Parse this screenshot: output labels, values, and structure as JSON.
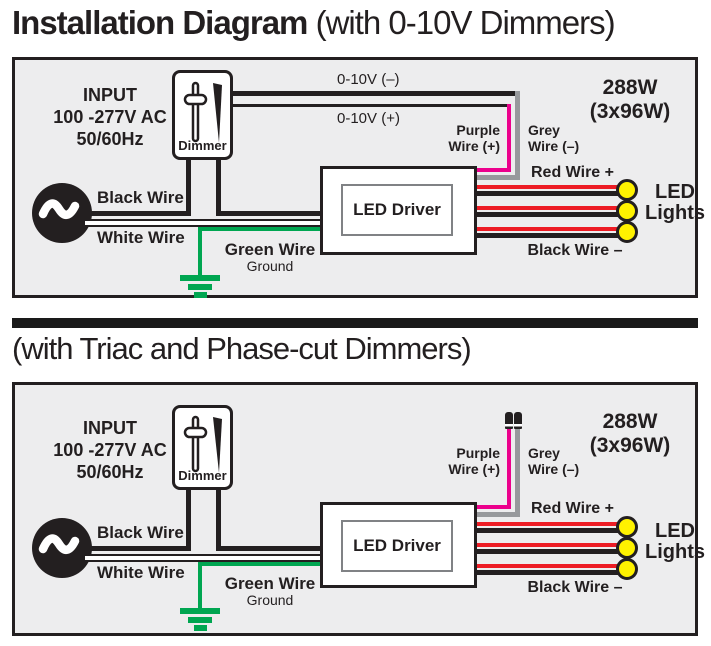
{
  "page": {
    "title_bold": "Installation Diagram",
    "title_rest": " (with 0-10V Dimmers)",
    "subtitle": "(with Triac and Phase-cut Dimmers)"
  },
  "colors": {
    "purple_wire": "#EC008C",
    "grey_wire": "#97999C",
    "green_wire": "#00A651",
    "red_wire": "#ED1C24",
    "black_wire": "#231F20",
    "led_dot": "#FFF200",
    "panel_bg": "#EDEDEE"
  },
  "diagram_0_10v": {
    "input": [
      "INPUT",
      "100 -277V AC",
      "50/60Hz"
    ],
    "dimmer": "Dimmer",
    "signal_neg": "0-10V (–)",
    "signal_pos": "0-10V (+)",
    "purple_wire": [
      "Purple",
      "Wire (+)"
    ],
    "grey_wire": [
      "Grey",
      "Wire (–)"
    ],
    "power": [
      "288W",
      "(3x96W)"
    ],
    "driver": "LED Driver",
    "red_wire_out": "Red Wire +",
    "black_wire_out": "Black Wire –",
    "led": [
      "LED",
      "Lights"
    ],
    "black_wire_in": "Black Wire",
    "white_wire_in": "White Wire",
    "green_wire": "Green Wire",
    "ground": "Ground"
  },
  "diagram_triac": {
    "input": [
      "INPUT",
      "100 -277V AC",
      "50/60Hz"
    ],
    "dimmer": "Dimmer",
    "purple_wire": [
      "Purple",
      "Wire (+)"
    ],
    "grey_wire": [
      "Grey",
      "Wire (–)"
    ],
    "power": [
      "288W",
      "(3x96W)"
    ],
    "driver": "LED Driver",
    "red_wire_out": "Red Wire +",
    "black_wire_out": "Black Wire –",
    "led": [
      "LED",
      "Lights"
    ],
    "black_wire_in": "Black Wire",
    "white_wire_in": "White Wire",
    "green_wire": "Green Wire",
    "ground": "Ground"
  }
}
